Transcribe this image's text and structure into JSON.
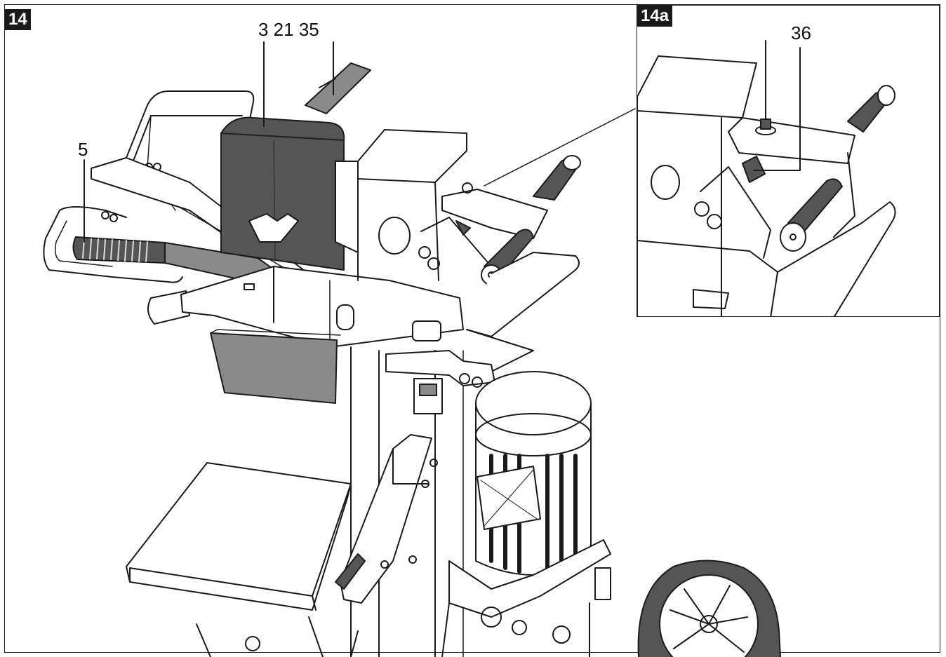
{
  "main_figure": {
    "badge": "14",
    "callouts": {
      "c5": "5",
      "c3_21_35": "3 21 35"
    }
  },
  "inset_figure": {
    "badge": "14a",
    "callouts": {
      "c36": "36"
    }
  },
  "colors": {
    "line": "#1a1a1a",
    "dark_part": "#555555",
    "mid_part": "#8a8a8a",
    "light_part": "#d9d9d9",
    "badge_bg": "#1a1a1a"
  }
}
